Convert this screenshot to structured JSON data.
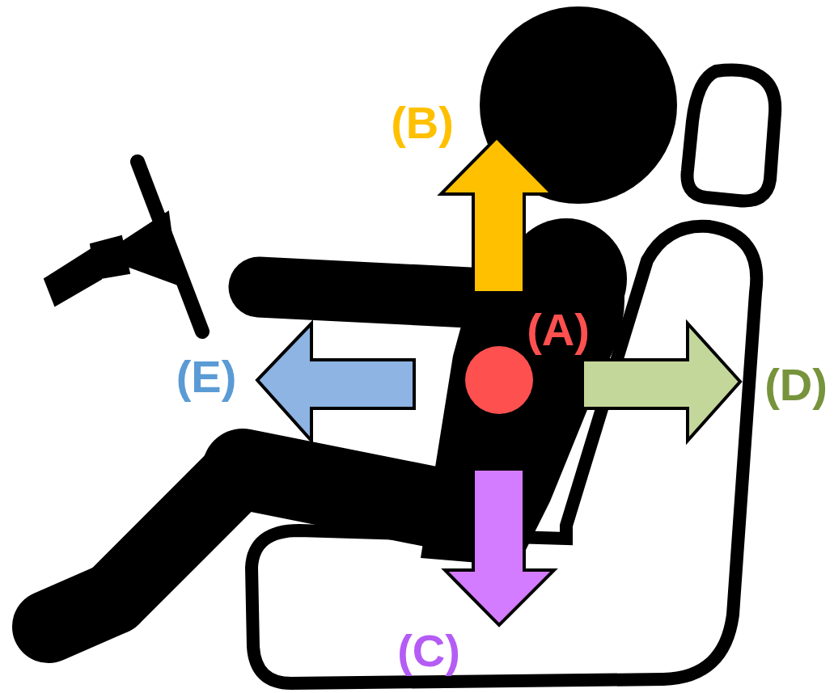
{
  "diagram": {
    "labels": [
      "(A)",
      "(B)",
      "(C)",
      "(D)",
      "(E)"
    ]
  }
}
